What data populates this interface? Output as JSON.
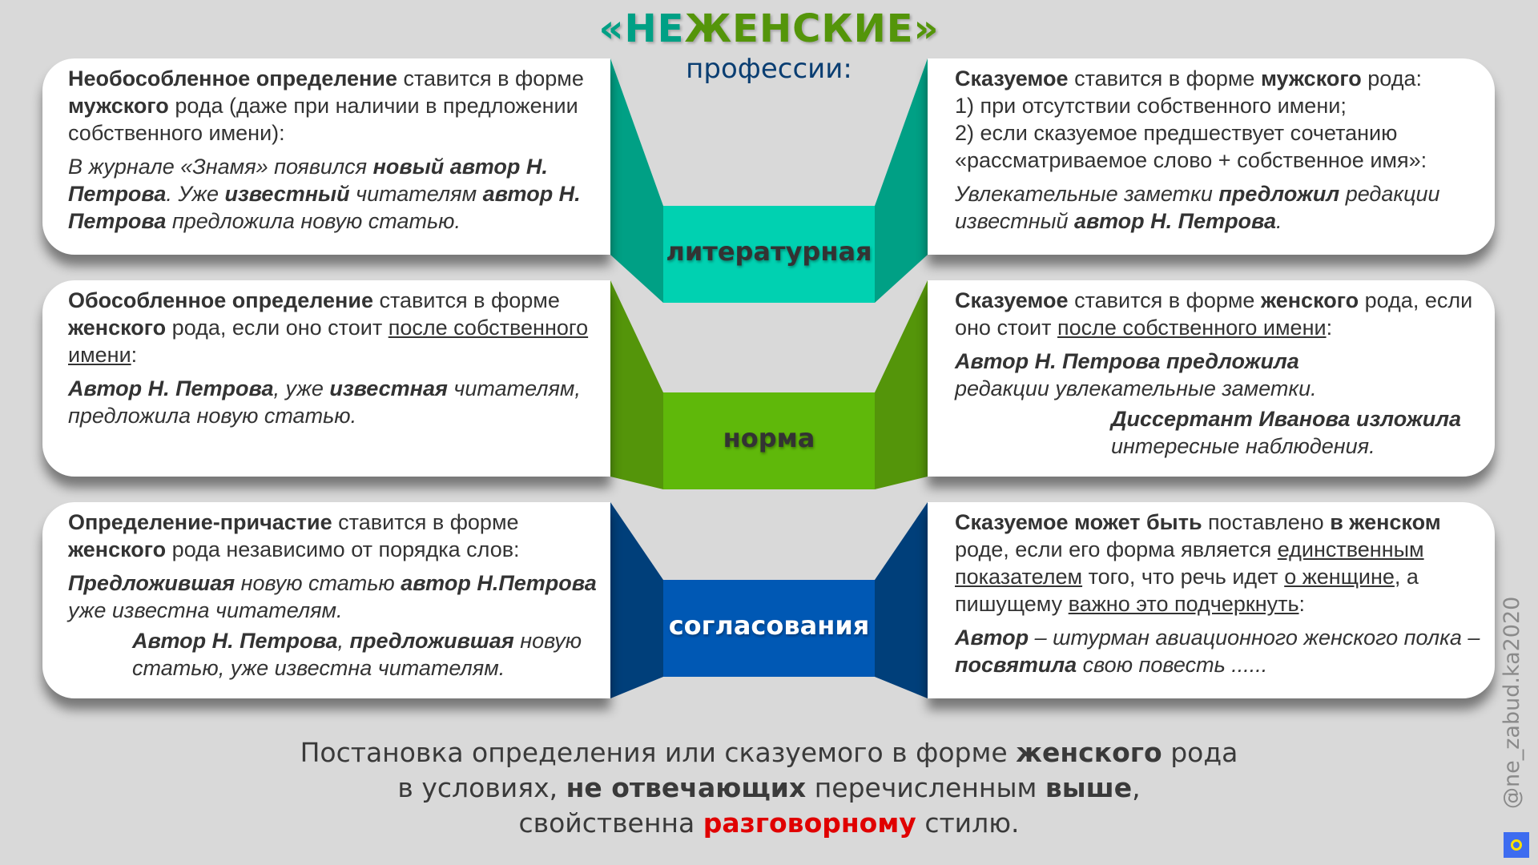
{
  "title": {
    "part1": "«НЕ",
    "part2": "ЖЕНСКИЕ»"
  },
  "subtitle": "профессии:",
  "colors": {
    "teal_side": "#00a085",
    "teal_box": "#00d1b1",
    "green_side": "#54950a",
    "green_box": "#5fb80a",
    "blue_side": "#003f7a",
    "blue_box": "#0058b4",
    "accent_red": "#e00000"
  },
  "rows": [
    {
      "label": "литературная",
      "left": {
        "paragraphs": [
          {
            "style": "p",
            "segs": [
              {
                "t": "Необособленное определение",
                "b": true
              },
              {
                "t": " ставится в форме "
              },
              {
                "t": "мужского",
                "b": true
              },
              {
                "t": " рода (даже при наличии в предложении собственного имени):"
              }
            ]
          },
          {
            "style": "ex",
            "segs": [
              {
                "t": "В журнале «Знамя» появился "
              },
              {
                "t": "новый автор Н. Петрова",
                "b": true
              },
              {
                "t": ". Уже "
              },
              {
                "t": "известный",
                "b": true
              },
              {
                "t": " читателям "
              },
              {
                "t": "автор Н. Петрова",
                "b": true
              },
              {
                "t": " предложила новую статью."
              }
            ]
          }
        ]
      },
      "right": {
        "paragraphs": [
          {
            "style": "p",
            "segs": [
              {
                "t": "Сказуемое",
                "b": true
              },
              {
                "t": " ставится в форме "
              },
              {
                "t": "мужского",
                "b": true
              },
              {
                "t": " рода:"
              },
              {
                "t": "\n1) при отсутствии собственного имени;\n2) если сказуемое предшествует сочетанию «рассматриваемое слово + собственное имя»:"
              }
            ]
          },
          {
            "style": "ex",
            "segs": [
              {
                "t": "Увлекательные заметки "
              },
              {
                "t": "предложил",
                "b": true
              },
              {
                "t": " редакции известный "
              },
              {
                "t": "автор Н. Петрова",
                "b": true
              },
              {
                "t": "."
              }
            ]
          }
        ]
      }
    },
    {
      "label": "норма",
      "left": {
        "paragraphs": [
          {
            "style": "p",
            "segs": [
              {
                "t": "Обособленное определение",
                "b": true
              },
              {
                "t": " ставится в форме "
              },
              {
                "t": "женского",
                "b": true
              },
              {
                "t": " рода, если оно стоит "
              },
              {
                "t": "после собственного имени",
                "u": true
              },
              {
                "t": ":"
              }
            ]
          },
          {
            "style": "ex",
            "segs": [
              {
                "t": "Автор Н. Петрова",
                "b": true
              },
              {
                "t": ", уже "
              },
              {
                "t": "известная",
                "b": true
              },
              {
                "t": " читателям, предложила новую статью."
              }
            ]
          }
        ]
      },
      "right": {
        "paragraphs": [
          {
            "style": "p",
            "segs": [
              {
                "t": "Сказуемое",
                "b": true
              },
              {
                "t": " ставится в форме "
              },
              {
                "t": "женского",
                "b": true
              },
              {
                "t": " рода, если оно стоит "
              },
              {
                "t": "после собственного имени",
                "u": true
              },
              {
                "t": ":"
              }
            ]
          },
          {
            "style": "ex",
            "segs": [
              {
                "t": "Автор Н. Петрова предложила",
                "b": true
              },
              {
                "t": "\nредакции увлекательные заметки."
              }
            ]
          },
          {
            "style": "ex ind2",
            "segs": [
              {
                "t": "Диссертант Иванова изложила",
                "b": true
              },
              {
                "t": "\nинтересные наблюдения."
              }
            ]
          }
        ]
      }
    },
    {
      "label": "согласования",
      "left": {
        "paragraphs": [
          {
            "style": "p",
            "segs": [
              {
                "t": "Определение-причастие",
                "b": true
              },
              {
                "t": " ставится в форме "
              },
              {
                "t": "женского",
                "b": true
              },
              {
                "t": " рода независимо от порядка слов:"
              }
            ]
          },
          {
            "style": "ex",
            "segs": [
              {
                "t": "Предложившая",
                "b": true
              },
              {
                "t": " новую статью "
              },
              {
                "t": "автор Н.Петрова",
                "b": true
              },
              {
                "t": " уже известна читателям."
              }
            ]
          },
          {
            "style": "ex ind",
            "segs": [
              {
                "t": "Автор Н. Петрова",
                "b": true
              },
              {
                "t": ", "
              },
              {
                "t": "предложившая",
                "b": true
              },
              {
                "t": " новую статью, уже известна читателям."
              }
            ]
          }
        ]
      },
      "right": {
        "paragraphs": [
          {
            "style": "p",
            "segs": [
              {
                "t": "Сказуемое может быть",
                "b": true
              },
              {
                "t": " поставлено "
              },
              {
                "t": "в женском",
                "b": true
              },
              {
                "t": " роде, если его форма является "
              },
              {
                "t": "единственным показателем",
                "u": true
              },
              {
                "t": " того, что речь идет "
              },
              {
                "t": "о женщине",
                "u": true
              },
              {
                "t": ", а пишущему "
              },
              {
                "t": "важно это подчеркнуть",
                "u": true
              },
              {
                "t": ":"
              }
            ]
          },
          {
            "style": "ex",
            "segs": [
              {
                "t": "Автор",
                "b": true
              },
              {
                "t": " – штурман авиационного женского полка – "
              },
              {
                "t": "посвятила",
                "b": true
              },
              {
                "t": " свою повесть ......"
              }
            ]
          }
        ]
      }
    }
  ],
  "bottom": {
    "segs": [
      {
        "t": "Постановка определения или сказуемого в форме "
      },
      {
        "t": "женского",
        "b": true
      },
      {
        "t": " рода\nв условиях, "
      },
      {
        "t": "не отвечающих",
        "b": true
      },
      {
        "t": " перечисленным "
      },
      {
        "t": "выше",
        "b": true
      },
      {
        "t": ",\nсвойственна "
      },
      {
        "t": "разговорному",
        "red": true
      },
      {
        "t": " стилю."
      }
    ]
  },
  "watermark": {
    "handle": "@ne_zabud.ka2020",
    "logo_icon": "snowflake-logo-icon"
  }
}
